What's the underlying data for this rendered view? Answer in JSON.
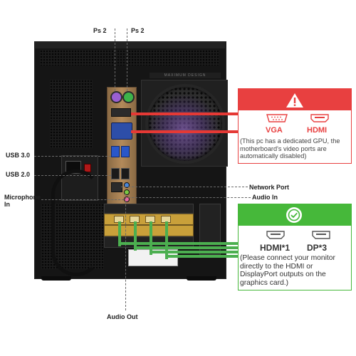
{
  "labels": {
    "ps2_left": "Ps 2",
    "ps2_right": "Ps 2",
    "usb3": "USB 3.0",
    "usb2": "USB 2.0",
    "microphone_in": "Microphone\nIn",
    "network_port": "Network Port",
    "audio_in": "Audio In",
    "audio_out": "Audio Out"
  },
  "case": {
    "brand_text": "MAXIMUM DESIGN"
  },
  "warning_panel": {
    "header_color": "#e84040",
    "icon": "warning-triangle-icon",
    "ports": [
      {
        "name": "VGA",
        "icon": "vga-port-icon"
      },
      {
        "name": "HDMI",
        "icon": "hdmi-port-icon"
      }
    ],
    "note": "(This pc has a dedicated GPU, the motherboard's video ports are automatically disabled)"
  },
  "ok_panel": {
    "header_color": "#46b83a",
    "icon": "checkmark-circle-icon",
    "ports": [
      {
        "name": "HDMI*1",
        "icon": "hdmi-port-icon"
      },
      {
        "name": "DP*3",
        "icon": "displayport-icon"
      }
    ],
    "note": "(Please connect your monitor directly to the HDMI or DisplayPort outputs on the graphics card.)"
  }
}
